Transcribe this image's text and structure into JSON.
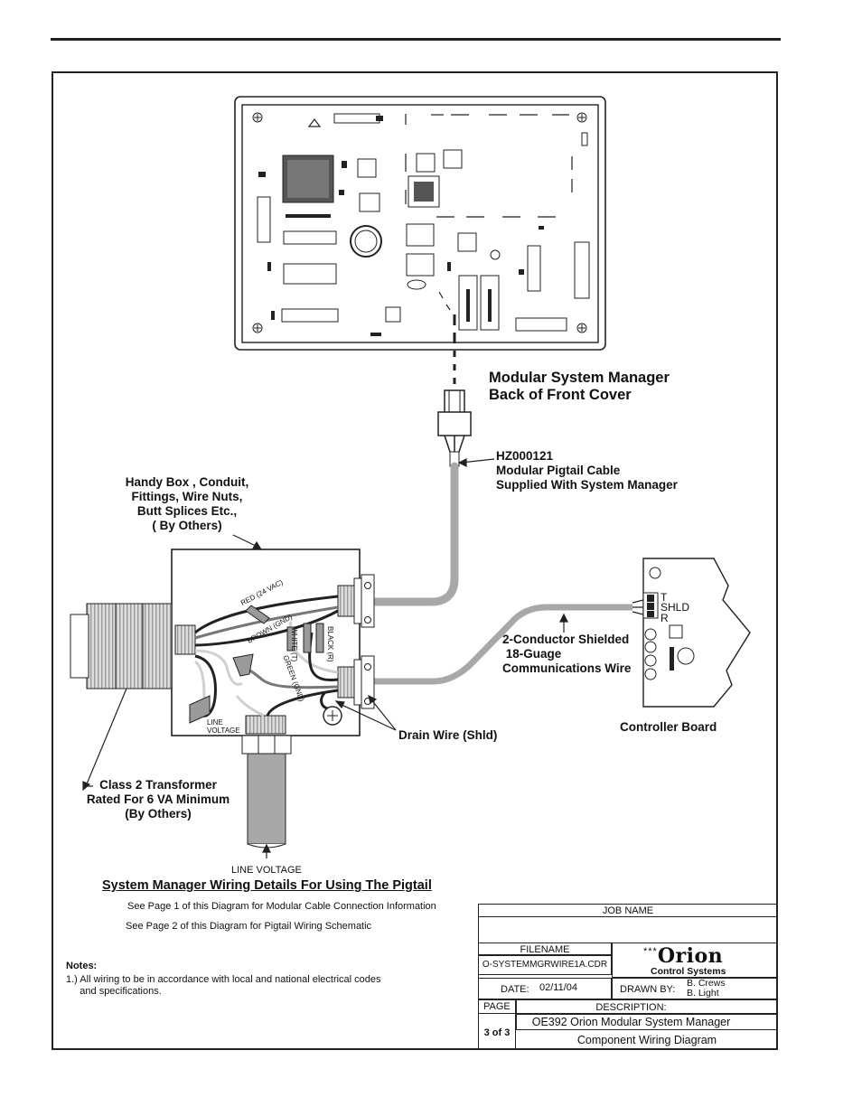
{
  "diagram": {
    "title_cover": "Modular System Manager\nBack of Front Cover",
    "cable_label": "HZ000121\nModular Pigtail Cable\nSupplied With System Manager",
    "handy_box_label": "Handy Box , Conduit,\nFittings, Wire Nuts,\nButt Splices Etc.,\n( By Others)",
    "comm_wire_label": "2-Conductor Shielded\n 18-Guage\nCommunications Wire",
    "drain_wire_label": "Drain Wire (Shld)",
    "controller_label": "Controller Board",
    "transformer_label": "Class 2 Transformer\nRated For 6 VA Minimum\n(By Others)",
    "line_voltage_bottom": "LINE VOLTAGE",
    "line_voltage_box": "LINE\nVOLTAGE",
    "terminal_labels": [
      "T",
      "SHLD",
      "R"
    ],
    "wire_labels": {
      "red": "RED (24 VAC)",
      "brown": "BROWN (GND)",
      "white": "WHITE (T)",
      "black": "BLACK (R)",
      "green": "GREEN (GND)"
    }
  },
  "heading": "System Manager Wiring Details For Using The Pigtail",
  "notes_refs": [
    "See Page 1  of this Diagram for Modular Cable Connection Information",
    "See Page 2 of this Diagram for Pigtail Wiring Schematic"
  ],
  "notes": {
    "title": "Notes:",
    "items": [
      "1.) All wiring to be in accordance with local and national electrical codes\n     and specifications."
    ]
  },
  "title_block": {
    "job_name_label": "JOB NAME",
    "job_name_value": "",
    "filename_label": "FILENAME",
    "filename_value": "O-SYSTEMMGRWIRE1A.CDR",
    "date_label": "DATE:",
    "date_value": "02/11/04",
    "drawn_by_label": "DRAWN BY:",
    "drawn_by_value": "B. Crews\nB. Light",
    "page_label": "PAGE",
    "page_value": "3 of 3",
    "description_label": "DESCRIPTION:",
    "description_line1": "OE392 Orion Modular System Manager",
    "description_line2": "Component Wiring Diagram",
    "logo_word": "Orion",
    "logo_sub": "Control Systems",
    "logo_stars": "***"
  },
  "colors": {
    "line": "#222222",
    "cable_gray": "#a8a8a8",
    "light_gray": "#d0d0d0",
    "dark_gray": "#777777"
  }
}
